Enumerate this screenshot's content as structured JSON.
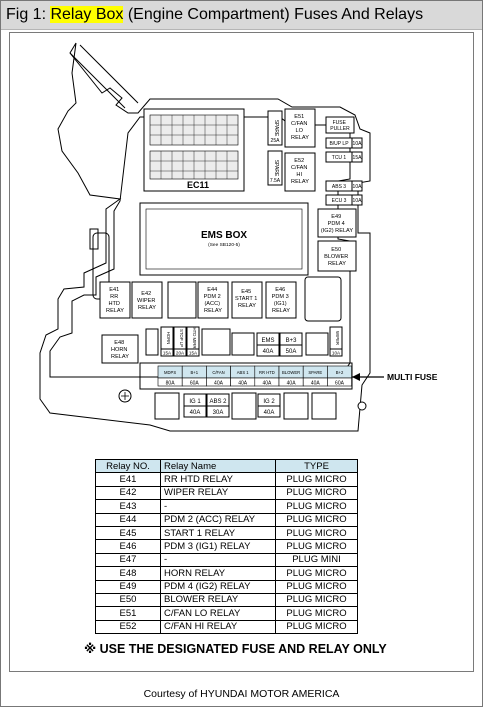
{
  "caption": {
    "prefix": "Fig 1: ",
    "highlight": "Relay Box",
    "rest": " (Engine Compartment) Fuses And Relays"
  },
  "connectors": {
    "ec11": "EC11",
    "spare1": "SPARE",
    "spare1_amp": "25A",
    "spare2": "SPARE",
    "spare2_amp": "7.5A"
  },
  "right_column": {
    "fuse_puller": [
      "FUSE",
      "PULLER"
    ],
    "items": [
      {
        "label": "B/UP LP",
        "amp": "10A"
      },
      {
        "label": "TCU 1",
        "amp": "15A"
      },
      {
        "label": "ABS 3",
        "amp": "10A"
      },
      {
        "label": "ECU 3",
        "amp": "10A"
      }
    ]
  },
  "relays": {
    "e51": [
      "E51",
      "C/FAN",
      "LO",
      "RELAY"
    ],
    "e52": [
      "E52",
      "C/FAN",
      "HI",
      "RELAY"
    ],
    "e49": [
      "E49",
      "PDM 4",
      "(IG2) RELAY"
    ],
    "e50": [
      "E50",
      "BLOWER",
      "RELAY"
    ],
    "e41": [
      "E41",
      "RR",
      "HTD",
      "RELAY"
    ],
    "e42": [
      "E42",
      "WIPER",
      "RELAY"
    ],
    "e44": [
      "E44",
      "PDM 2",
      "(ACC)",
      "RELAY"
    ],
    "e45": [
      "E45",
      "START 1",
      "RELAY"
    ],
    "e46": [
      "E46",
      "PDM 3",
      "(IG1)",
      "RELAY"
    ],
    "e48": [
      "E48",
      "HORN",
      "RELAY"
    ]
  },
  "ems_box": {
    "title": "EMS BOX",
    "note": "(See SB120-5)"
  },
  "mini_fuses": [
    {
      "label": "HORN",
      "amp": "15A"
    },
    {
      "label": "STOP LP",
      "amp": "20A"
    },
    {
      "label": "HTD MIRR",
      "amp": "15A"
    }
  ],
  "ems_fuse": {
    "label": "EMS",
    "amp": "40A"
  },
  "bplus3_fuse": {
    "label": "B+3",
    "amp": "50A"
  },
  "wiper_fuse": {
    "label": "WIPER",
    "amp": "10A"
  },
  "multi_fuse": {
    "callout": "MULTI FUSE",
    "cells": [
      {
        "label": "MDPS",
        "amp": "80A"
      },
      {
        "label": "B+1",
        "amp": "60A"
      },
      {
        "label": "C/FAN",
        "amp": "40A"
      },
      {
        "label": "ABS 1",
        "amp": "40A"
      },
      {
        "label": "RR HTD",
        "amp": "40A"
      },
      {
        "label": "BLOWER",
        "amp": "40A"
      },
      {
        "label": "SPARE",
        "amp": "40A"
      },
      {
        "label": "B+2",
        "amp": "60A"
      }
    ]
  },
  "bottom_fuses": [
    {
      "label": "IG 1",
      "amp": "40A"
    },
    {
      "label": "ABS 2",
      "amp": "30A"
    },
    {
      "label": "IG 2",
      "amp": "40A"
    }
  ],
  "relay_table": {
    "headers": [
      "Relay NO.",
      "Relay Name",
      "TYPE"
    ],
    "rows": [
      [
        "E41",
        "RR HTD RELAY",
        "PLUG MICRO"
      ],
      [
        "E42",
        "WIPER RELAY",
        "PLUG MICRO"
      ],
      [
        "E43",
        "-",
        "PLUG MICRO"
      ],
      [
        "E44",
        "PDM 2 (ACC) RELAY",
        "PLUG MICRO"
      ],
      [
        "E45",
        "START 1 RELAY",
        "PLUG MICRO"
      ],
      [
        "E46",
        "PDM 3 (IG1) RELAY",
        "PLUG MICRO"
      ],
      [
        "E47",
        "-",
        "PLUG MINI"
      ],
      [
        "E48",
        "HORN RELAY",
        "PLUG MICRO"
      ],
      [
        "E49",
        "PDM 4 (IG2) RELAY",
        "PLUG MICRO"
      ],
      [
        "E50",
        "BLOWER RELAY",
        "PLUG MICRO"
      ],
      [
        "E51",
        "C/FAN LO RELAY",
        "PLUG MICRO"
      ],
      [
        "E52",
        "C/FAN HI RELAY",
        "PLUG MICRO"
      ]
    ]
  },
  "note": "※ USE THE DESIGNATED FUSE AND RELAY ONLY",
  "courtesy": "Courtesy of HYUNDAI MOTOR AMERICA",
  "colors": {
    "caption_bar": "#d9d9d9",
    "highlight": "#ffff00",
    "multi_fuse_fill": "#cfe6ef",
    "table_header_fill": "#cfe6ef"
  }
}
